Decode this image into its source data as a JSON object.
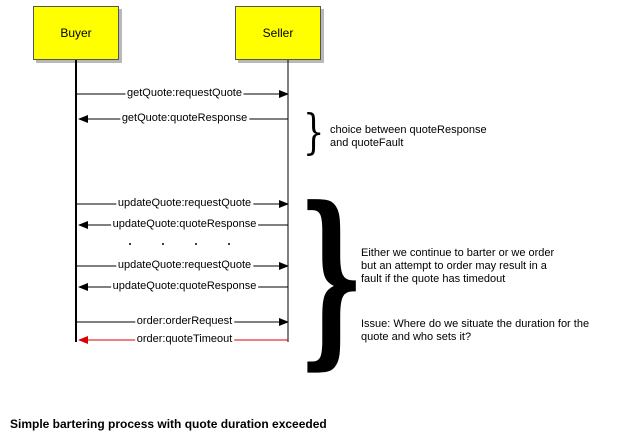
{
  "participants": {
    "buyer": "Buyer",
    "seller": "Seller"
  },
  "messages": [
    {
      "label": "getQuote:requestQuote",
      "direction": "right",
      "color": "#000000"
    },
    {
      "label": "getQuote:quoteResponse",
      "direction": "left",
      "color": "#000000"
    },
    {
      "label": "updateQuote:requestQuote",
      "direction": "right",
      "color": "#000000"
    },
    {
      "label": "updateQuote:quoteResponse",
      "direction": "left",
      "color": "#000000"
    },
    {
      "label": "updateQuote:requestQuote",
      "direction": "right",
      "color": "#000000"
    },
    {
      "label": "updateQuote:quoteResponse",
      "direction": "left",
      "color": "#000000"
    },
    {
      "label": "order:orderRequest",
      "direction": "right",
      "color": "#000000"
    },
    {
      "label": "order:quoteTimeout",
      "direction": "left",
      "color": "#dd0000"
    }
  ],
  "notes": {
    "choice_line1": "choice between quoteResponse",
    "choice_line2": "and quoteFault",
    "barter_line1": "Either we continue to barter or we order",
    "barter_line2": "but an attempt to order may result in a",
    "barter_line3": "fault if the quote has timedout",
    "issue_line1": "Issue: Where do we situate the duration for the",
    "issue_line2": "quote and who sets it?"
  },
  "caption": "Simple bartering process with quote duration exceeded",
  "colors": {
    "participant_fill": "#ffff00",
    "timeout_arrow": "#dd0000"
  }
}
